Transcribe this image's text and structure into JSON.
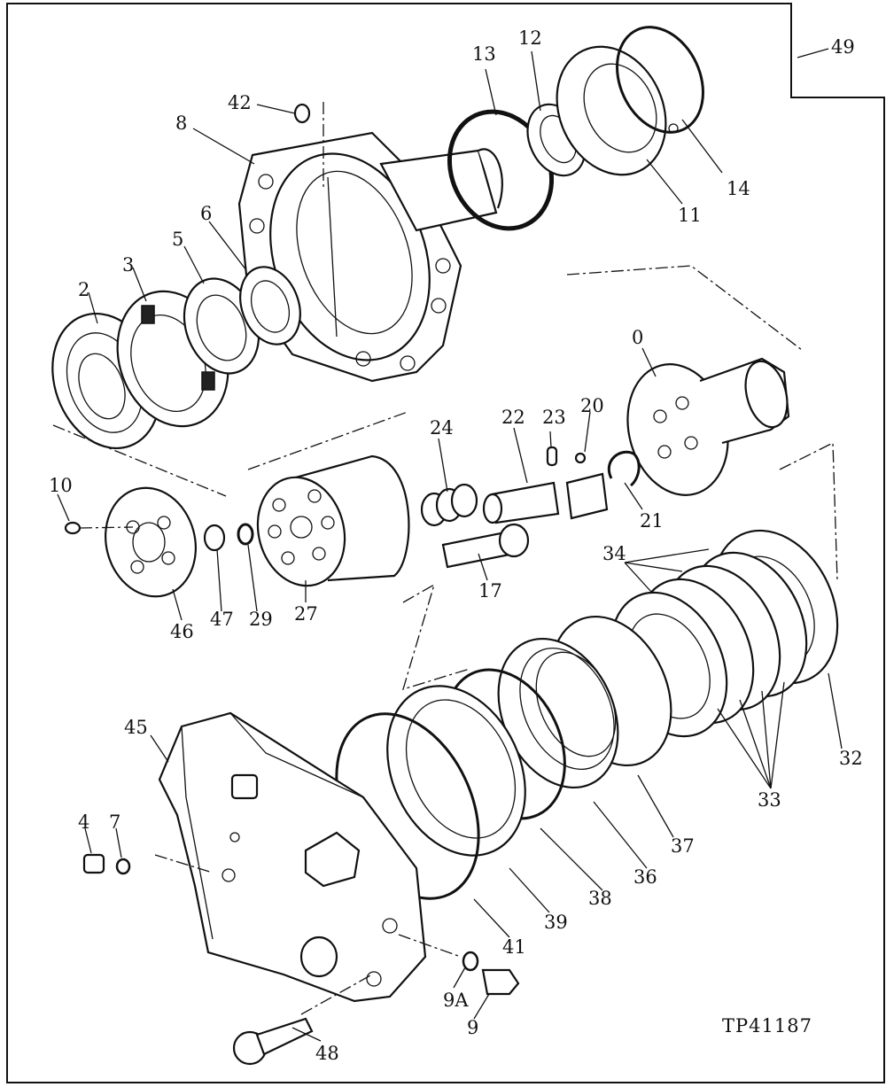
{
  "drawing_code": "TP41187",
  "callouts": [
    {
      "id": "49"
    },
    {
      "id": "13"
    },
    {
      "id": "12"
    },
    {
      "id": "42"
    },
    {
      "id": "8"
    },
    {
      "id": "14"
    },
    {
      "id": "11"
    },
    {
      "id": "6"
    },
    {
      "id": "5"
    },
    {
      "id": "3"
    },
    {
      "id": "2"
    },
    {
      "id": "0"
    },
    {
      "id": "24"
    },
    {
      "id": "22"
    },
    {
      "id": "23"
    },
    {
      "id": "20"
    },
    {
      "id": "10"
    },
    {
      "id": "21"
    },
    {
      "id": "34"
    },
    {
      "id": "17"
    },
    {
      "id": "46"
    },
    {
      "id": "47"
    },
    {
      "id": "29"
    },
    {
      "id": "27"
    },
    {
      "id": "32"
    },
    {
      "id": "45"
    },
    {
      "id": "33"
    },
    {
      "id": "4"
    },
    {
      "id": "7"
    },
    {
      "id": "37"
    },
    {
      "id": "36"
    },
    {
      "id": "38"
    },
    {
      "id": "39"
    },
    {
      "id": "41"
    },
    {
      "id": "9A"
    },
    {
      "id": "9"
    },
    {
      "id": "48"
    }
  ]
}
